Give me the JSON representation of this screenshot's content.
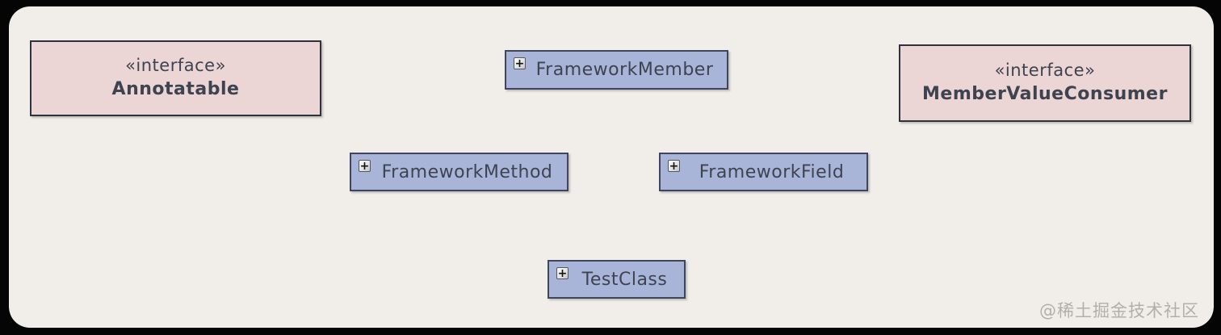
{
  "diagram": {
    "expand_icon": "+",
    "watermark": "@稀土掘金技术社区",
    "colors": {
      "frame_bg": "#050505",
      "canvas_bg": "#f1eeea",
      "interface_fill": "#ebd5d5",
      "interface_border": "#2e323c",
      "class_fill": "#a9b5d8",
      "class_border": "#3f455c",
      "text": "#3e4350",
      "watermark": "#b3aeaa"
    },
    "nodes": [
      {
        "id": "annotatable",
        "type": "interface",
        "stereotype": "«interface»",
        "name": "Annotatable"
      },
      {
        "id": "framework-member",
        "type": "class",
        "name": "FrameworkMember"
      },
      {
        "id": "member-value-consumer",
        "type": "interface",
        "stereotype": "«interface»",
        "name": "MemberValueConsumer"
      },
      {
        "id": "framework-method",
        "type": "class",
        "name": "FrameworkMethod"
      },
      {
        "id": "framework-field",
        "type": "class",
        "name": "FrameworkField"
      },
      {
        "id": "test-class",
        "type": "class",
        "name": "TestClass"
      }
    ]
  }
}
